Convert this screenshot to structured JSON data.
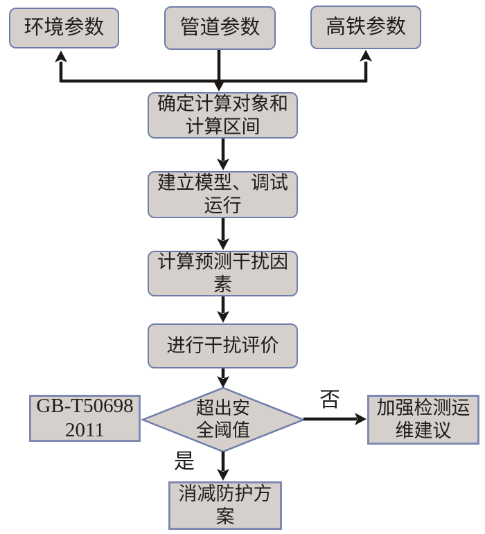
{
  "colors": {
    "canvas_bg": "#ffffff",
    "node_fill": "#d6d0cc",
    "border_rounded": "#6e7dab",
    "border_sharp": "#8089b2",
    "line_color": "#1b1816",
    "text_color": "#1f1c1a"
  },
  "nodes": {
    "env": {
      "label": "环境参数"
    },
    "pipe": {
      "label": "管道参数"
    },
    "rail": {
      "label": "高铁参数"
    },
    "determine": {
      "label": "确定计算对象和\n计算区间"
    },
    "model": {
      "label": "建立模型、调试\n运行"
    },
    "predict": {
      "label": "计算预测干扰因\n素"
    },
    "evaluate": {
      "label": "进行干扰评价"
    },
    "standard": {
      "label": "GB-T50698\n2011"
    },
    "decision": {
      "label": "超出安\n全阈值"
    },
    "maintain": {
      "label": "加强检测运\n维建议"
    },
    "mitigate": {
      "label": "消减防护方\n案"
    }
  },
  "edge_labels": {
    "yes": "是",
    "no": "否"
  }
}
